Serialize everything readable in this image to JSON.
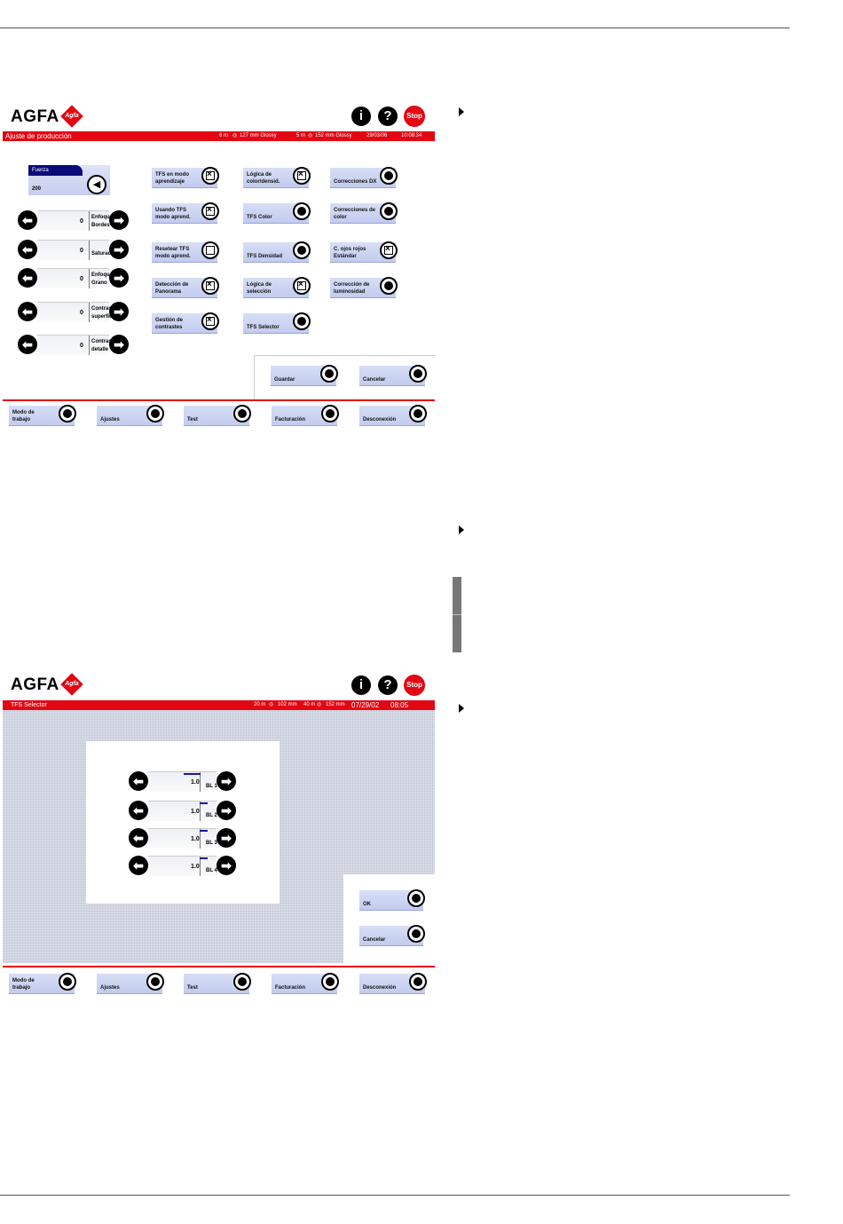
{
  "screen1": {
    "logo": "AGFA",
    "logo_mark": "Agfa",
    "info_icon": "i",
    "help_icon": "?",
    "stop_label": "Stop",
    "title": "Ajuste de producción",
    "status_paper1": "6 m",
    "status_size1": "127 mm Glossy",
    "status_paper2": "5 m",
    "status_size2": "152 mm Glossy",
    "date": "29/03/06",
    "time": "10:08:34",
    "fuerza_label": "Fuerza",
    "fuerza_value": "200",
    "sliders": [
      {
        "value": "0",
        "label": "Enfoque - Bordes"
      },
      {
        "value": "0",
        "label": "Saturación"
      },
      {
        "value": "0",
        "label": "Enfoque - Grano"
      },
      {
        "value": "0",
        "label": "Contraste superficie"
      },
      {
        "value": "0",
        "label": "Contraste de detalle"
      }
    ],
    "options": [
      {
        "label": "TFS en modo aprendizaje",
        "state": "checked"
      },
      {
        "label": "Usando TFS modo aprend.",
        "state": "checked"
      },
      {
        "label": "Resetear TFS modo aprend.",
        "state": "empty"
      },
      {
        "label": "Detección de Panorama",
        "state": "checked"
      },
      {
        "label": "Gestión de contrastes",
        "state": "checked"
      },
      {
        "label": "Lógica de color/densid.",
        "state": "checked"
      },
      {
        "label": "TFS Color",
        "state": "radio"
      },
      {
        "label": "TFS Densidad",
        "state": "radio"
      },
      {
        "label": "Lógica de selección",
        "state": "checked"
      },
      {
        "label": "TFS Selector",
        "state": "radio"
      },
      {
        "label": "Correcciones DX",
        "state": "radio"
      },
      {
        "label": "Correcciones de color",
        "state": "radio"
      },
      {
        "label": "C. ojos rojos Estándar",
        "state": "checked"
      },
      {
        "label": "Corrección de luminosidad",
        "state": "radio"
      }
    ],
    "guardar": "Guardar",
    "cancelar": "Cancelar",
    "nav": [
      "Modo de trabajo",
      "Ajustes",
      "Test",
      "Facturación",
      "Desconexión"
    ]
  },
  "screen2": {
    "logo": "AGFA",
    "logo_mark": "Agfa",
    "info_icon": "i",
    "help_icon": "?",
    "stop_label": "Stop",
    "title": "TFS Selector",
    "status_paper1": "20 m",
    "status_size1": "102 mm",
    "status_paper2": "40 m",
    "status_size2": "152 mm",
    "date": "07/29/02",
    "time": "08:05",
    "sliders": [
      {
        "value": "1.0",
        "label": "BL 1"
      },
      {
        "value": "1.0",
        "label": "BL 2"
      },
      {
        "value": "1.0",
        "label": "BL 3"
      },
      {
        "value": "1.0",
        "label": "BL 4"
      }
    ],
    "ok": "OK",
    "cancelar": "Cancelar",
    "nav": [
      "Modo de trabajo",
      "Ajustes",
      "Test",
      "Facturación",
      "Desconexión"
    ]
  }
}
